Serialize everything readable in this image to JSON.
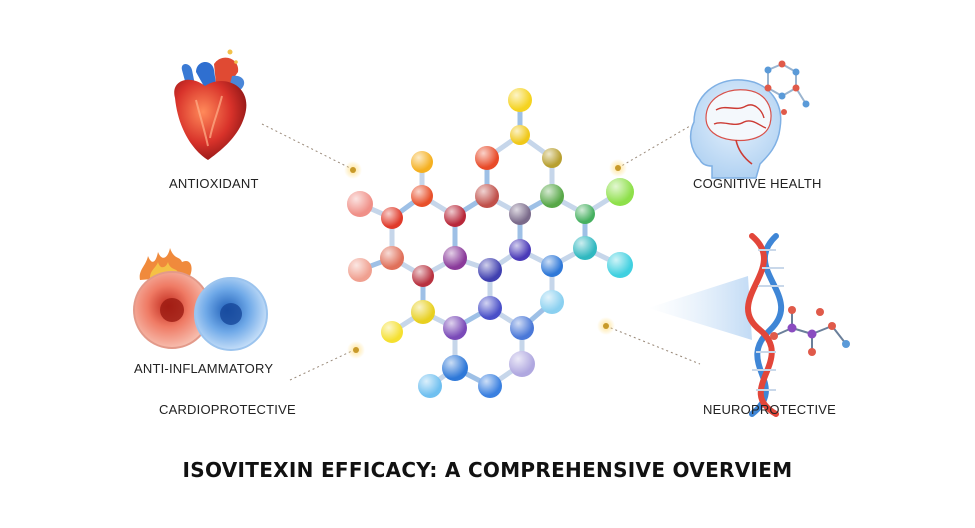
{
  "title": "ISOVITEXIN EFFICACY: A COMPREHENSIVE OVERVIEM",
  "labels": {
    "antioxidant": "ANTIOXIDANT",
    "anti_inflammatory": "ANTI-INFLAMMATORY",
    "cardioprotective": "CARDIOPROTECTIVE",
    "cognitive_health": "COGNITIVE HEALTH",
    "neuroprotective": "NEUROPROTECTIVE"
  },
  "icons": [
    "heart-icon",
    "inflamed-cell-icon",
    "brain-icon",
    "dna-helix-icon",
    "molecule-icon"
  ],
  "colors": {
    "connector_dot": "#c89a2a",
    "heart_red": "#d8322a",
    "cell_red": "#e0523e",
    "cell_blue": "#3d82d8",
    "brain_blue": "#8fc0ec",
    "dna_blue": "#3f86d6",
    "dna_red": "#e2463a"
  }
}
